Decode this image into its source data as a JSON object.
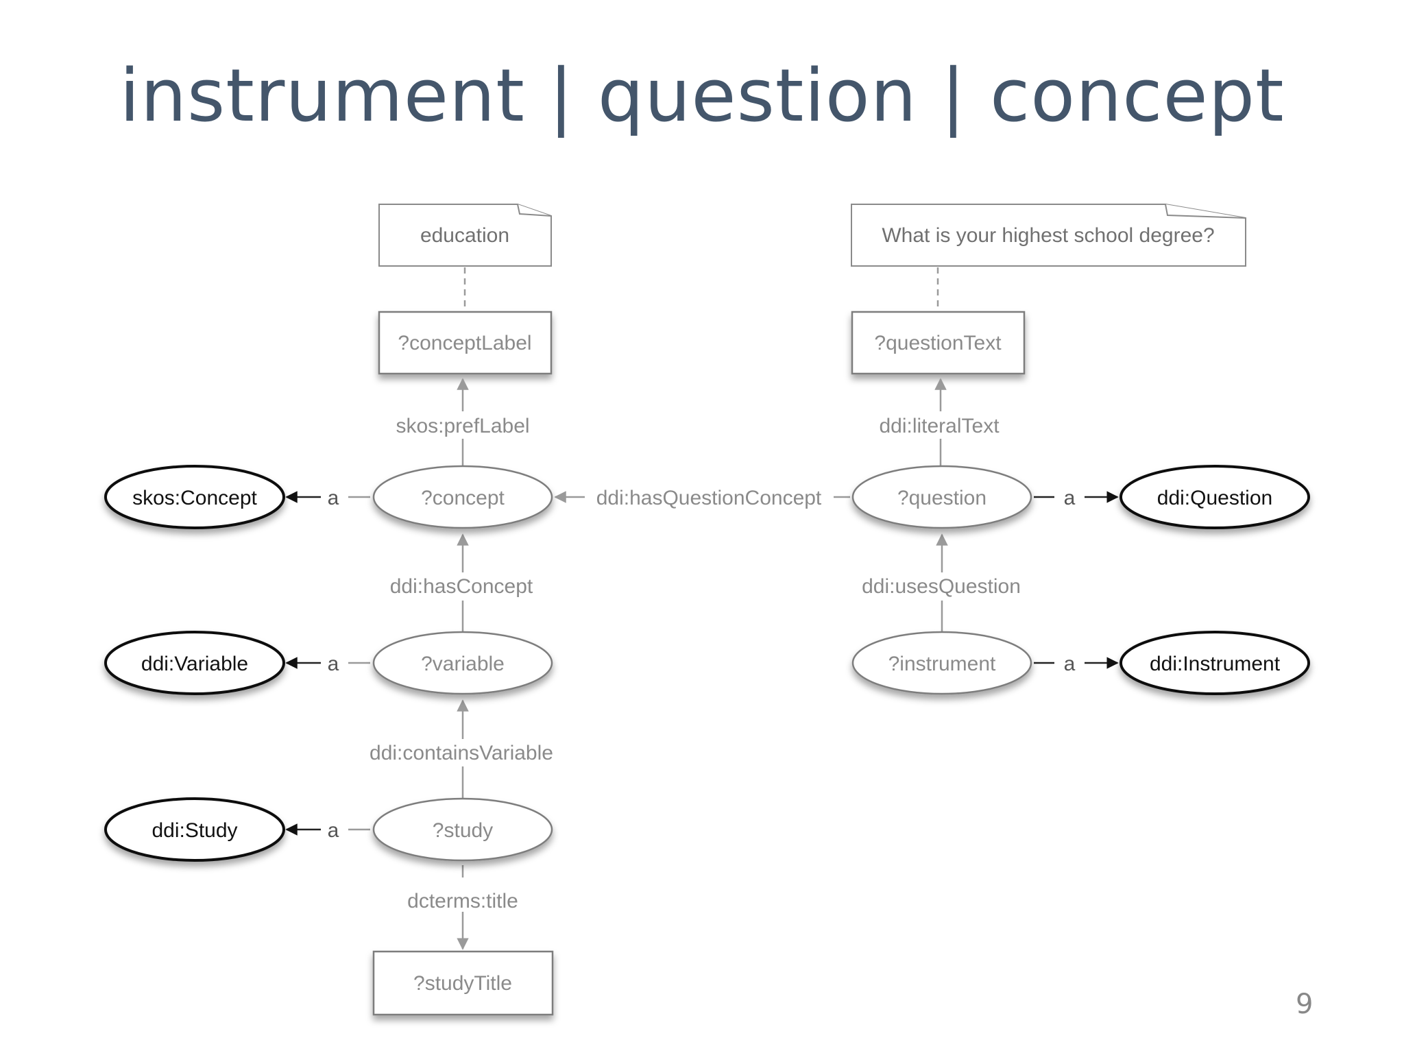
{
  "title": "instrument | question | concept",
  "page_number": "9",
  "diagram": {
    "notes": {
      "education": "education",
      "question_text": "What is your highest school degree?"
    },
    "literals": {
      "concept_label": "?conceptLabel",
      "question_text": "?questionText",
      "study_title": "?studyTitle"
    },
    "variables": {
      "concept": "?concept",
      "question": "?question",
      "variable": "?variable",
      "instrument": "?instrument",
      "study": "?study"
    },
    "classes": {
      "skos_concept": "skos:Concept",
      "ddi_question": "ddi:Question",
      "ddi_variable": "ddi:Variable",
      "ddi_instrument": "ddi:Instrument",
      "ddi_study": "ddi:Study"
    },
    "edges": {
      "pref_label": "skos:prefLabel",
      "literal_text": "ddi:literalText",
      "has_question_concept": "ddi:hasQuestionConcept",
      "has_concept": "ddi:hasConcept",
      "uses_question": "ddi:usesQuestion",
      "contains_variable": "ddi:containsVariable",
      "title": "dcterms:title",
      "type": "a"
    }
  }
}
